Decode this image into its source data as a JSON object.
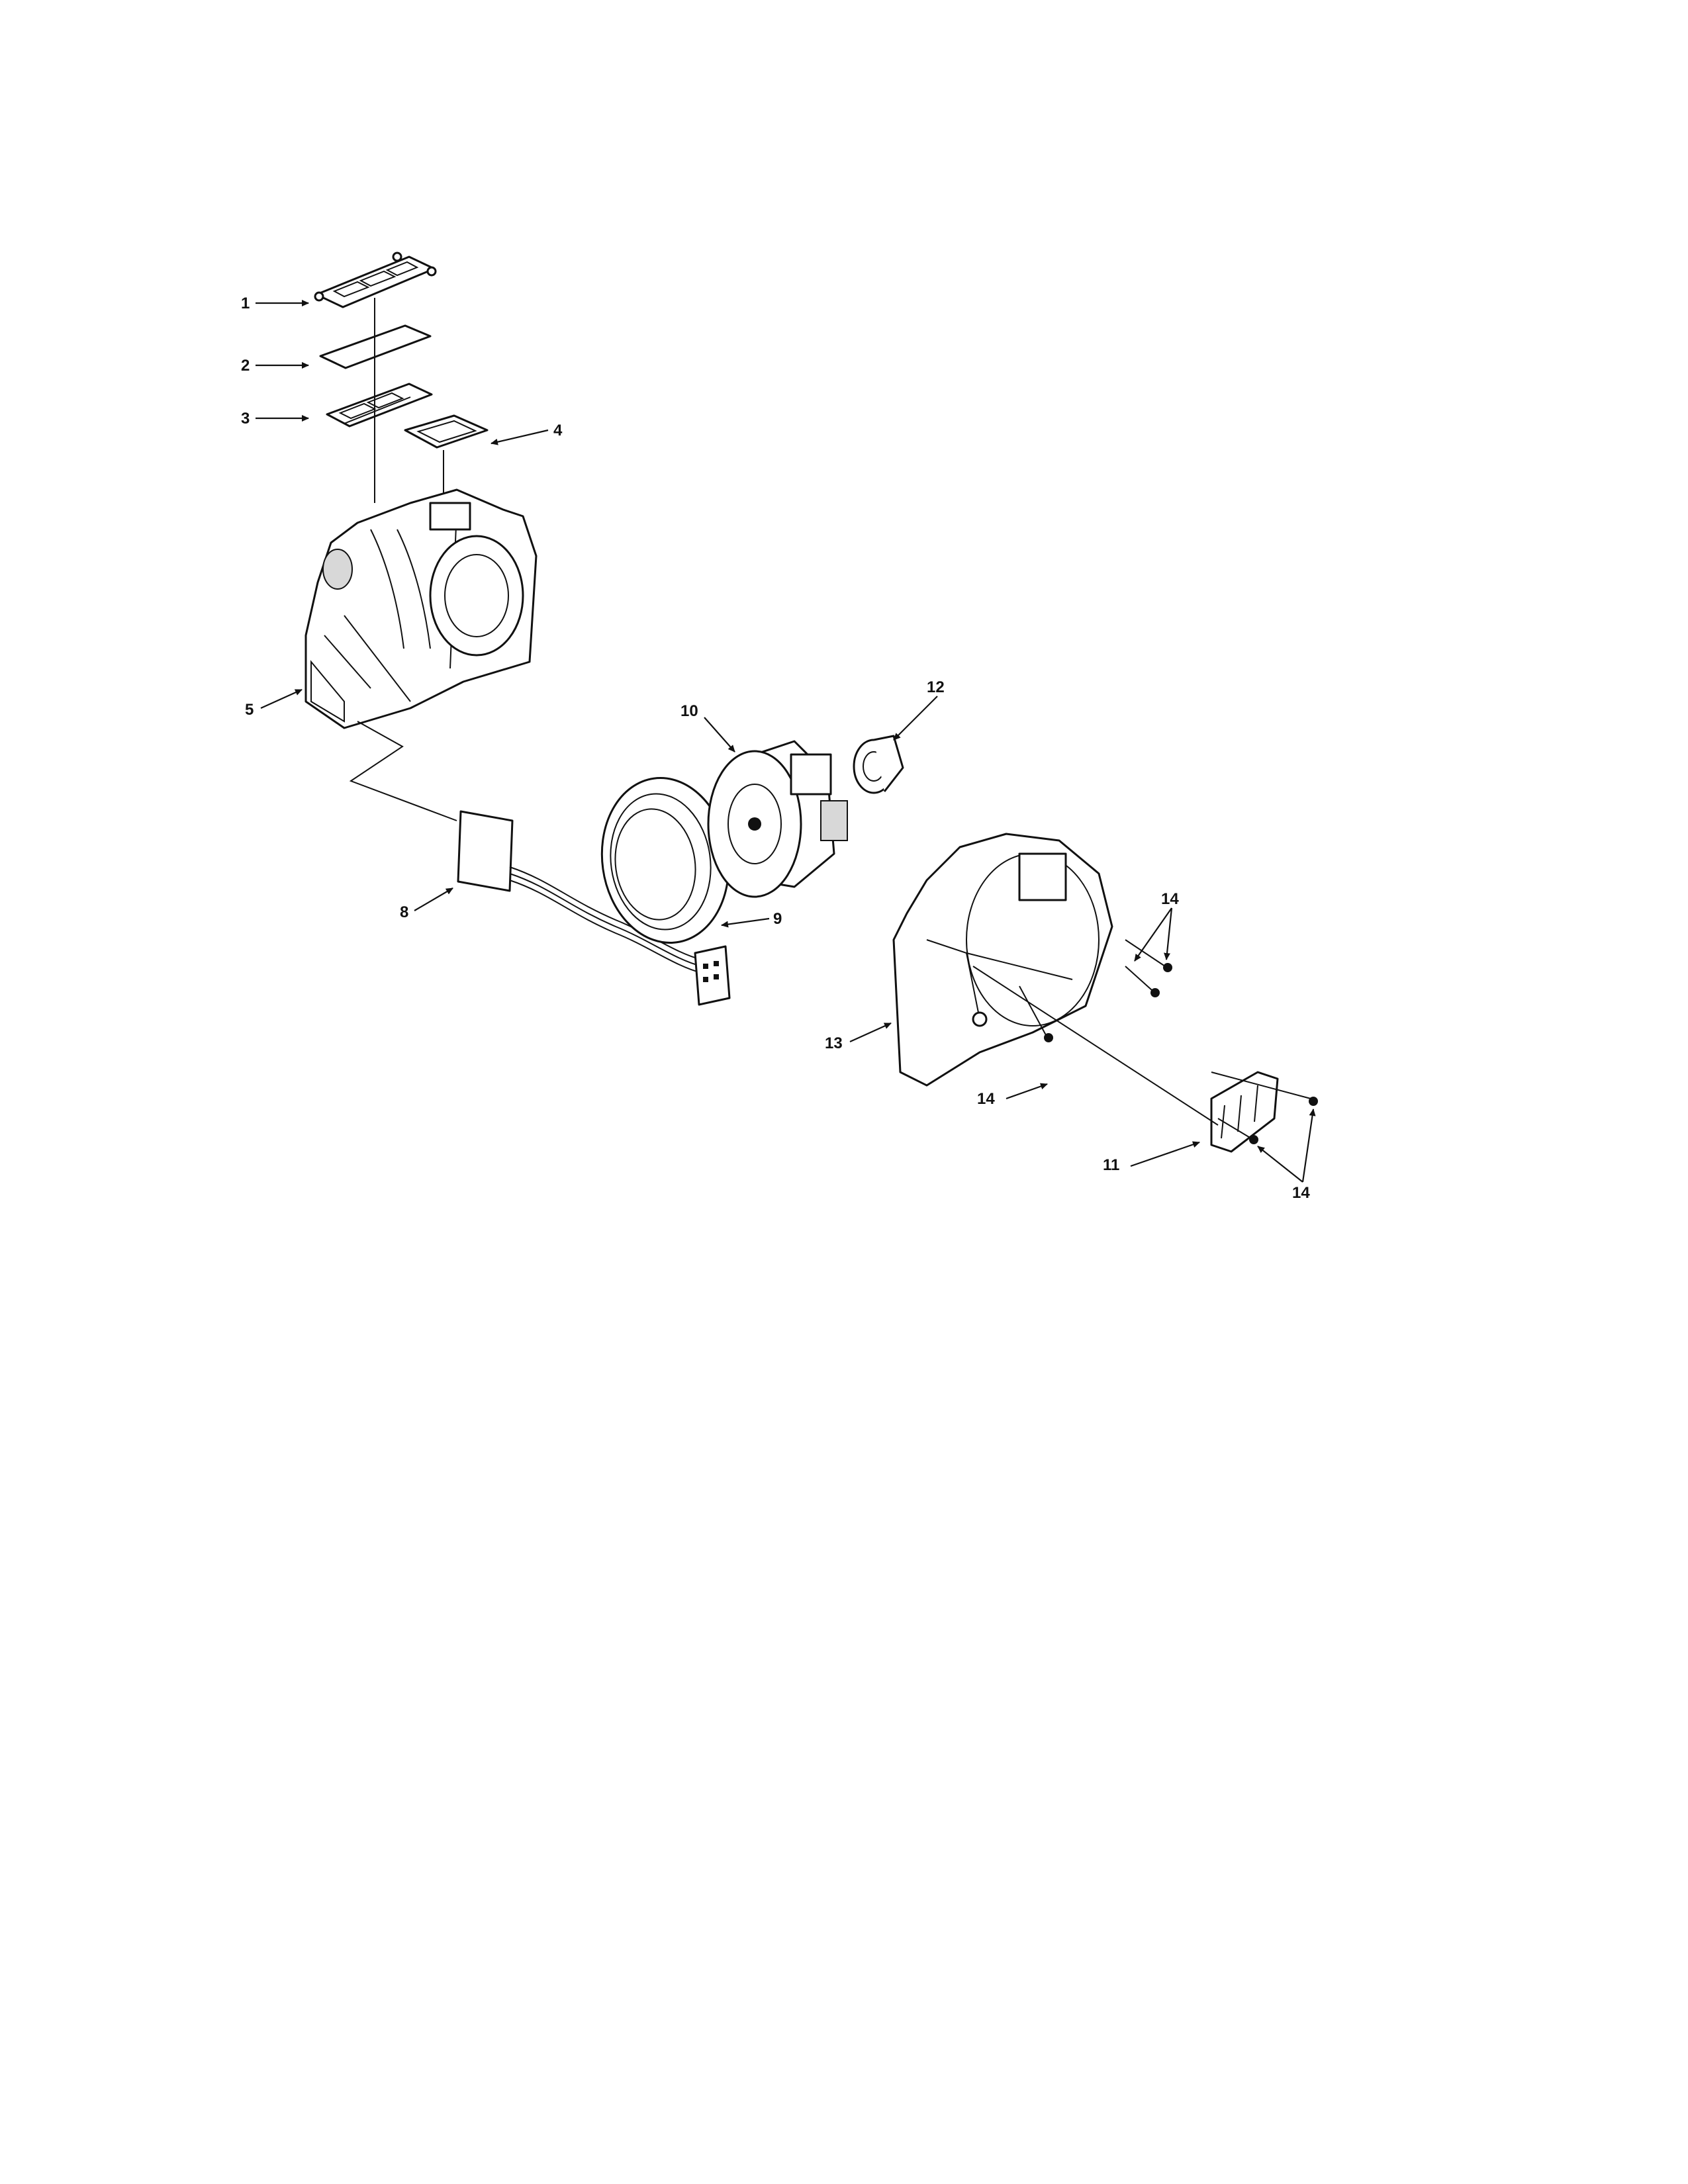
{
  "callouts": {
    "c1": "1",
    "c2": "2",
    "c3": "3",
    "c4": "4",
    "c5": "5",
    "c8": "8",
    "c9": "9",
    "c10": "10",
    "c11": "11",
    "c12": "12",
    "c13": "13",
    "c14a": "14",
    "c14b": "14",
    "c14c": "14"
  }
}
